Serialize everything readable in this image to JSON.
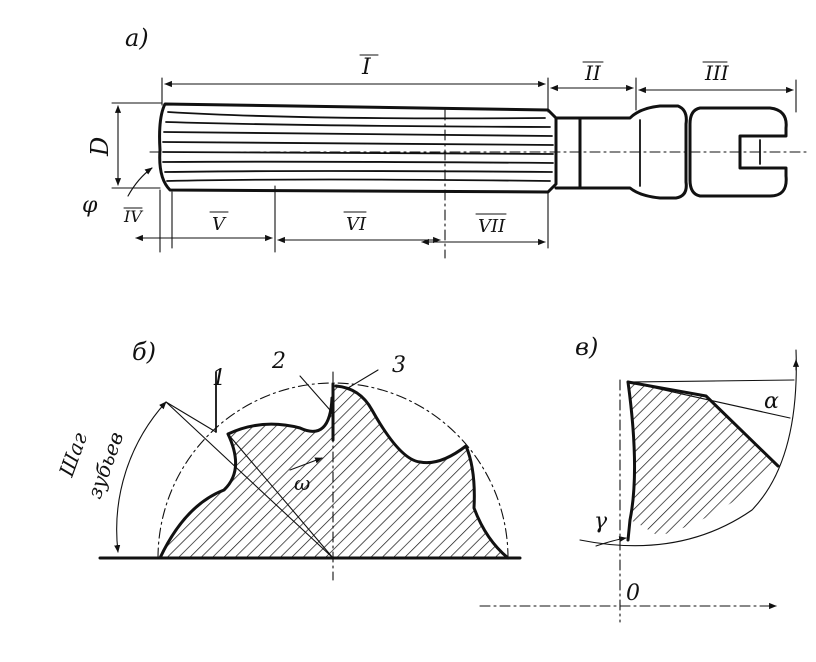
{
  "labels": {
    "a": "а)",
    "b": "б)",
    "v": "в)",
    "I": "I",
    "II": "II",
    "III": "III",
    "IV": "IV",
    "V": "V",
    "VI": "VI",
    "VII": "VII",
    "D": "D",
    "phi": "φ",
    "n1": "1",
    "n2": "2",
    "n3": "3",
    "omega": "ω",
    "step1": "Шаг",
    "step2": "зубьев",
    "alpha": "α",
    "gamma": "γ",
    "zero": "0"
  },
  "colors": {
    "ink": "#111111",
    "background": "#ffffff"
  }
}
